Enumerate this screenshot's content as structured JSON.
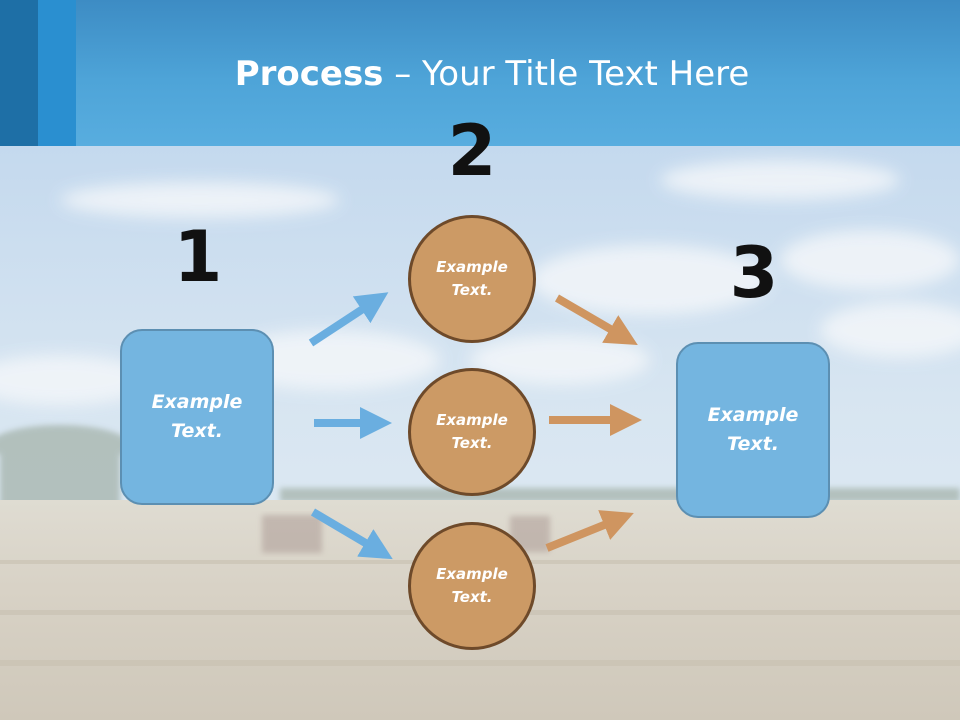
{
  "header": {
    "title_bold": "Process",
    "title_rest": " – Your Title Text Here"
  },
  "steps": {
    "one": "1",
    "two": "2",
    "three": "3"
  },
  "boxes": {
    "left": "Example Text.",
    "right": "Example Text."
  },
  "circles": {
    "top": "Example Text.",
    "middle": "Example Text.",
    "bottom": "Example Text."
  },
  "colors": {
    "header": "#4ea4d8",
    "box_fill": "#74b5e0",
    "circle_fill": "#cc9a65",
    "arrow_blue": "#6aaee0",
    "arrow_orange": "#cf9560"
  }
}
